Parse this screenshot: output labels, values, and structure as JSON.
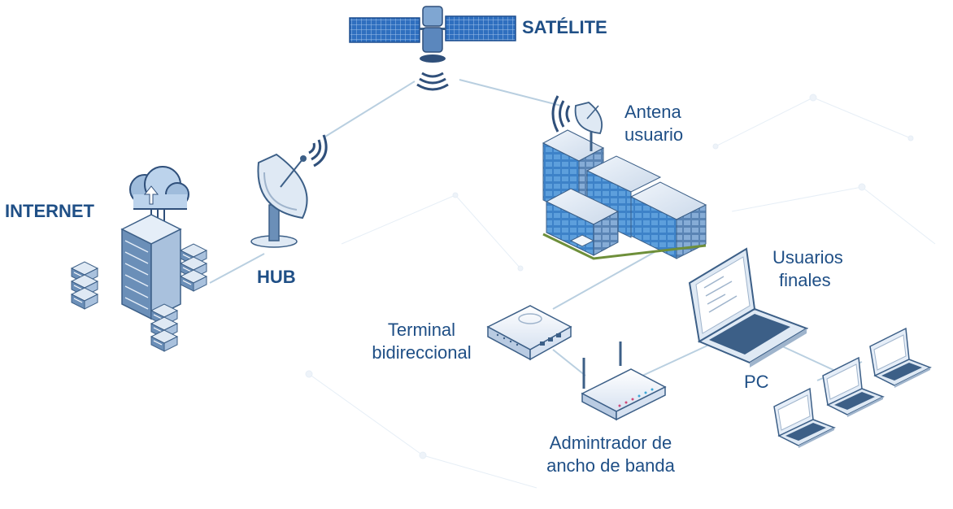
{
  "labels": {
    "satellite": "SATÉLITE",
    "internet": "INTERNET",
    "hub": "HUB",
    "antenna": [
      "Antena",
      "usuario"
    ],
    "users": [
      "Usuarios",
      "finales"
    ],
    "terminal": [
      "Terminal",
      "bidireccional"
    ],
    "pc": "PC",
    "manager": [
      "Admintrador de",
      "ancho de banda"
    ]
  },
  "colors": {
    "label": "#1f4f86",
    "link": "#b9cfe0",
    "device_dark": "#3c5f87",
    "device_light": "#dfe9f4",
    "panel_blue": "#2f6fbf"
  },
  "icons": [
    "satellite-icon",
    "server-cloud-icon",
    "satellite-dish-icon",
    "building-icon",
    "laptop-icon",
    "modem-icon",
    "router-icon"
  ]
}
